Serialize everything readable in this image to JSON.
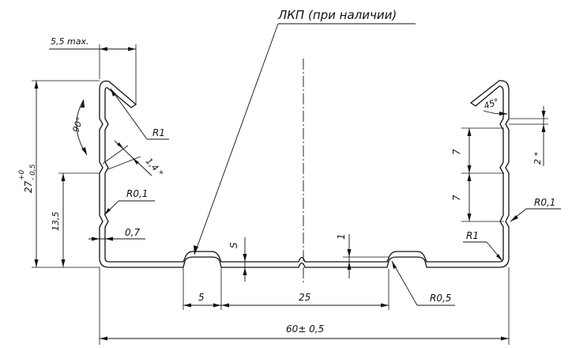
{
  "drawing": {
    "coating_note": "ЛКП (при наличии)",
    "overhang_max": "5,5 max.",
    "height_main": "27",
    "height_tol_upper": "+0",
    "height_tol_lower": "- 0,5",
    "height_lower_segment": "13,5",
    "angle_left": "90°",
    "angle_right": "45°",
    "radius_r1_left": "R1",
    "radius_r1_right": "R1",
    "radius_r01_left": "R0,1",
    "radius_r01_right": "R0,1",
    "radius_r05": "R0,5",
    "groove_spacing": "1,4 *",
    "groove_depth": "0,7",
    "thickness_symbol": "S",
    "rib_height": "1",
    "rib_width": "5",
    "rib_spacing": "25",
    "overall_width": "60± 0,5",
    "right_pitch_1": "7",
    "right_pitch_2": "7",
    "right_lip": "2 *"
  }
}
